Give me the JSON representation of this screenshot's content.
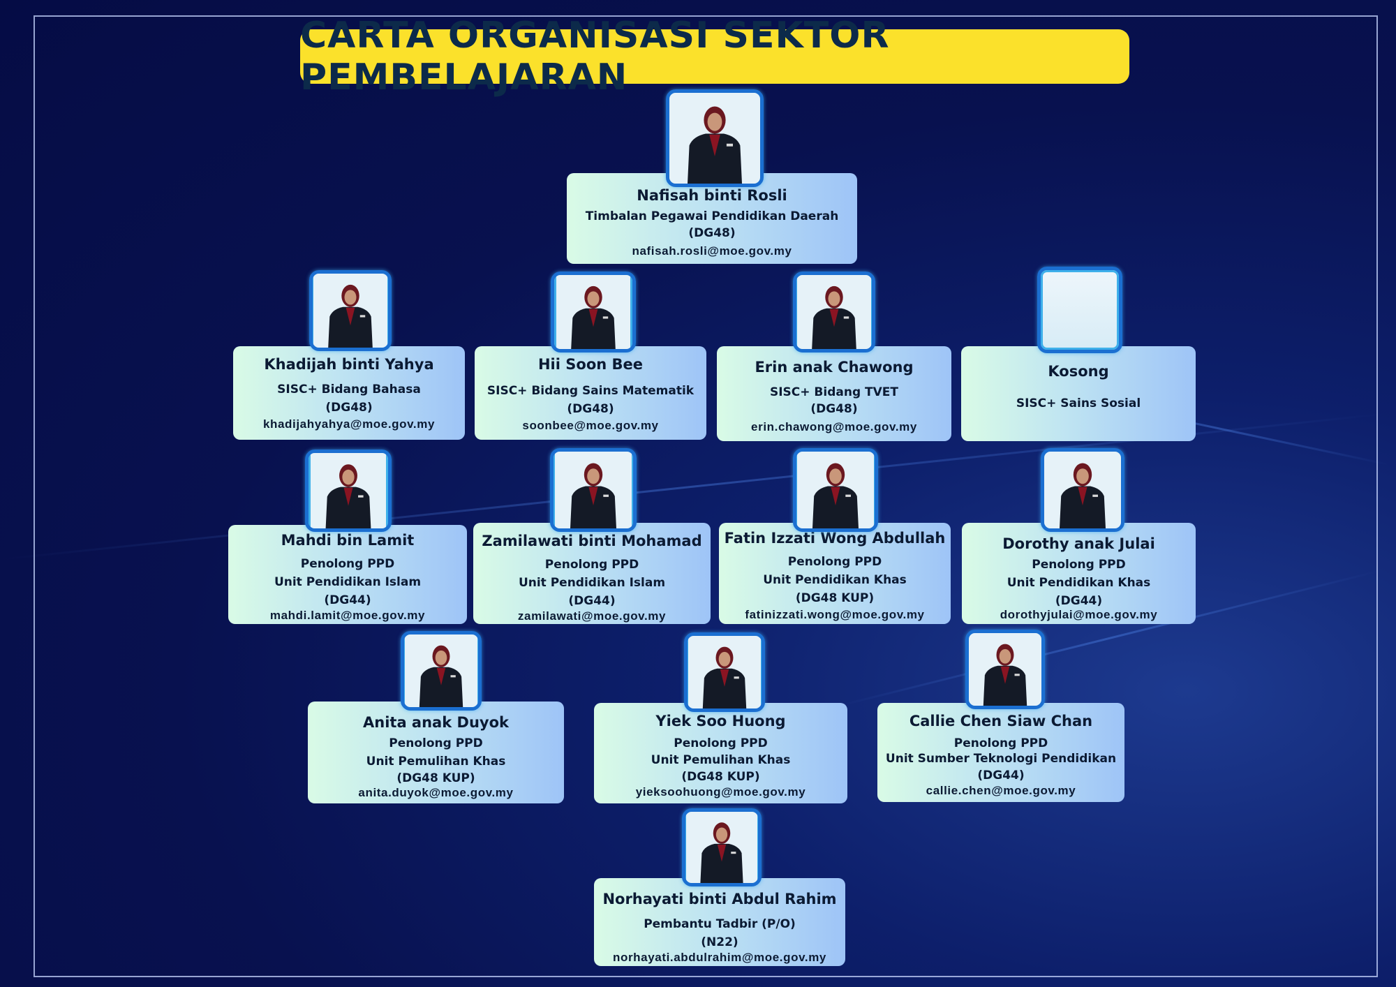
{
  "title": "CARTA ORGANISASI SEKTOR PEMBELAJARAN",
  "head": {
    "name": "Nafisah binti Rosli",
    "position": "Timbalan Pegawai Pendidikan Daerah",
    "grade": "(DG48)",
    "email": "nafisah.rosli@moe.gov.my"
  },
  "row2": [
    {
      "name": "Khadijah binti Yahya",
      "position": "SISC+ Bidang Bahasa",
      "grade": "(DG48)",
      "email": "khadijahyahya@moe.gov.my"
    },
    {
      "name": "Hii Soon Bee",
      "position": "SISC+ Bidang Sains Matematik",
      "grade": "(DG48)",
      "email": "soonbee@moe.gov.my"
    },
    {
      "name": "Erin anak Chawong",
      "position": "SISC+ Bidang TVET",
      "grade": "(DG48)",
      "email": "erin.chawong@moe.gov.my"
    },
    {
      "name": "Kosong",
      "position": "SISC+ Sains Sosial"
    }
  ],
  "row3": [
    {
      "name": "Mahdi bin Lamit",
      "position": "Penolong PPD",
      "unit": "Unit Pendidikan Islam",
      "grade": "(DG44)",
      "email": "mahdi.lamit@moe.gov.my"
    },
    {
      "name": "Zamilawati binti Mohamad",
      "position": "Penolong PPD",
      "unit": "Unit Pendidikan Islam",
      "grade": "(DG44)",
      "email": "zamilawati@moe.gov.my"
    },
    {
      "name": "Fatin Izzati Wong Abdullah",
      "position": "Penolong PPD",
      "unit": "Unit Pendidikan Khas",
      "grade": "(DG48 KUP)",
      "email": "fatinizzati.wong@moe.gov.my"
    },
    {
      "name": "Dorothy anak Julai",
      "position": "Penolong PPD",
      "unit": "Unit Pendidikan Khas",
      "grade": "(DG44)",
      "email": "dorothyjulai@moe.gov.my"
    }
  ],
  "row4": [
    {
      "name": "Anita anak Duyok",
      "position": "Penolong PPD",
      "unit": "Unit Pemulihan Khas",
      "grade": "(DG48 KUP)",
      "email": "anita.duyok@moe.gov.my"
    },
    {
      "name": "Yiek Soo Huong",
      "position": "Penolong PPD",
      "unit": "Unit Pemulihan Khas",
      "grade": "(DG48 KUP)",
      "email": "yieksoohuong@moe.gov.my"
    },
    {
      "name": "Callie Chen Siaw Chan",
      "position": "Penolong PPD",
      "unit": "Unit Sumber Teknologi Pendidikan",
      "grade": "(DG44)",
      "email": "callie.chen@moe.gov.my"
    }
  ],
  "row5": {
    "name": "Norhayati binti Abdul Rahim",
    "position": "Pembantu Tadbir (P/O)",
    "grade": "(N22)",
    "email": "norhayati.abdulrahim@moe.gov.my"
  }
}
